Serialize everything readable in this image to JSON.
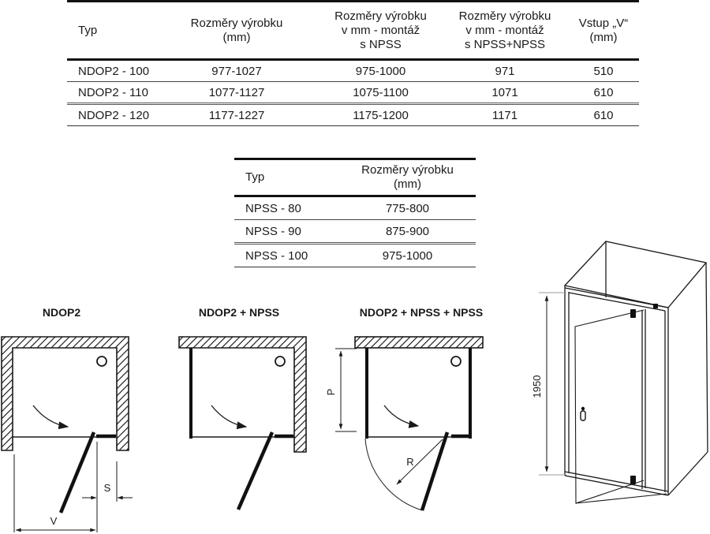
{
  "table1": {
    "headers": {
      "col1": "Typ",
      "col2": "Rozměry výrobku\n(mm)",
      "col3": "Rozměry výrobku\nv mm - montáž\ns NPSS",
      "col4": "Rozměry výrobku\nv mm - montáž\ns NPSS+NPSS",
      "col5": "Vstup „V“\n(mm)"
    },
    "rows": [
      [
        "NDOP2 - 100",
        "977-1027",
        "975-1000",
        "971",
        "510"
      ],
      [
        "NDOP2 - 110",
        "1077-1127",
        "1075-1100",
        "1071",
        "610"
      ],
      [
        "NDOP2 - 120",
        "1177-1227",
        "1175-1200",
        "1171",
        "610"
      ]
    ]
  },
  "table2": {
    "headers": {
      "col1": "Typ",
      "col2": "Rozměry výrobku\n(mm)"
    },
    "rows": [
      [
        "NPSS - 80",
        "775-800"
      ],
      [
        "NPSS - 90",
        "875-900"
      ],
      [
        "NPSS - 100",
        "975-1000"
      ]
    ]
  },
  "diagrams": {
    "d1": {
      "title": "NDOP2",
      "dim_v": "V",
      "dim_s": "S"
    },
    "d2": {
      "title": "NDOP2 + NPSS"
    },
    "d3": {
      "title": "NDOP2 + NPSS + NPSS",
      "dim_p": "P",
      "dim_r": "R"
    },
    "d4": {
      "height_mm": "1950"
    }
  },
  "colors": {
    "line": "#1a1a1a",
    "extension_gray": "#999999"
  }
}
